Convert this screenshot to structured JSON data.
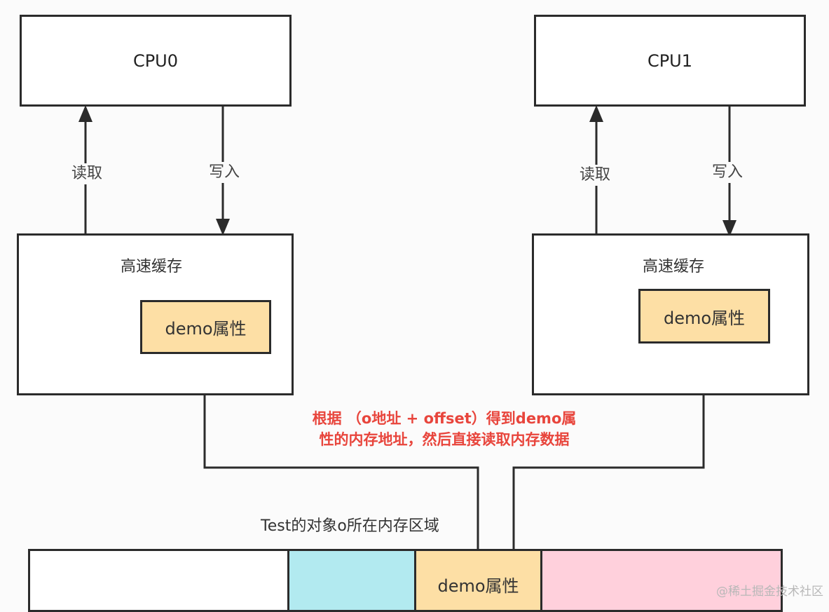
{
  "cpu0": {
    "label": "CPU0"
  },
  "cpu1": {
    "label": "CPU1"
  },
  "cache0": {
    "title": "高速缓存",
    "attr": "demo属性"
  },
  "cache1": {
    "title": "高速缓存",
    "attr": "demo属性"
  },
  "edges": {
    "read0": "读取",
    "write0": "写入",
    "read1": "读取",
    "write1": "写入"
  },
  "annotation": {
    "line1": "根据 （o地址 + offset）得到demo属",
    "line2": "性的内存地址，然后直接读取内存数据"
  },
  "memory": {
    "region_label": "Test的对象o所在内存区域",
    "attr_cell": "demo属性"
  },
  "watermark": "@稀土掘金技术社区",
  "colors": {
    "attr_fill": "#fddfa5",
    "mem_cyan": "#b2eaf0",
    "mem_pink": "#ffd0dc",
    "annotation": "#e8453c"
  }
}
